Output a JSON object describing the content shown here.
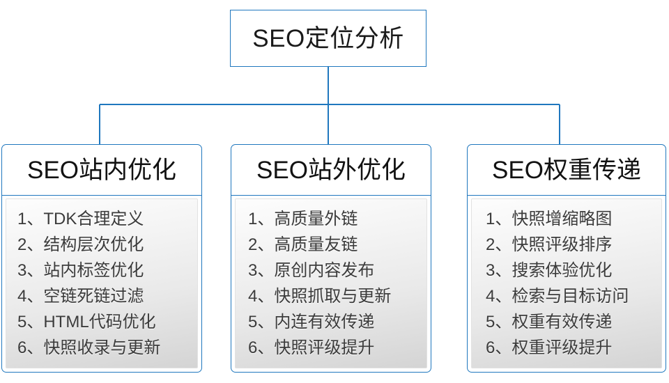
{
  "diagram": {
    "type": "org-tree",
    "root": {
      "label": "SEO定位分析"
    },
    "branches": [
      {
        "id": "seo-onsite",
        "title": "SEO站内优化",
        "items": [
          "1、TDK合理定义",
          "2、结构层次优化",
          "3、站内标签优化",
          "4、空链死链过滤",
          "5、HTML代码优化",
          "6、快照收录与更新"
        ]
      },
      {
        "id": "seo-offsite",
        "title": "SEO站外优化",
        "items": [
          "1、高质量外链",
          "2、高质量友链",
          "3、原创内容发布",
          "4、快照抓取与更新",
          "5、内连有效传递",
          "6、快照评级提升"
        ]
      },
      {
        "id": "seo-weight",
        "title": "SEO权重传递",
        "items": [
          "1、快照增缩略图",
          "2、快照评级排序",
          "3、搜索体验优化",
          "4、检索与目标访问",
          "5、权重有效传递",
          "6、权重评级提升"
        ]
      }
    ],
    "colors": {
      "border": "#1f77be",
      "connector": "#1f77be",
      "box_fill": "#ffffff",
      "panel_fill_top": "#fdfdfd",
      "panel_fill_bottom": "#d4d4d4",
      "title_text": "#121212",
      "item_text": "#3b3b3b",
      "background": "#ffffff"
    }
  }
}
